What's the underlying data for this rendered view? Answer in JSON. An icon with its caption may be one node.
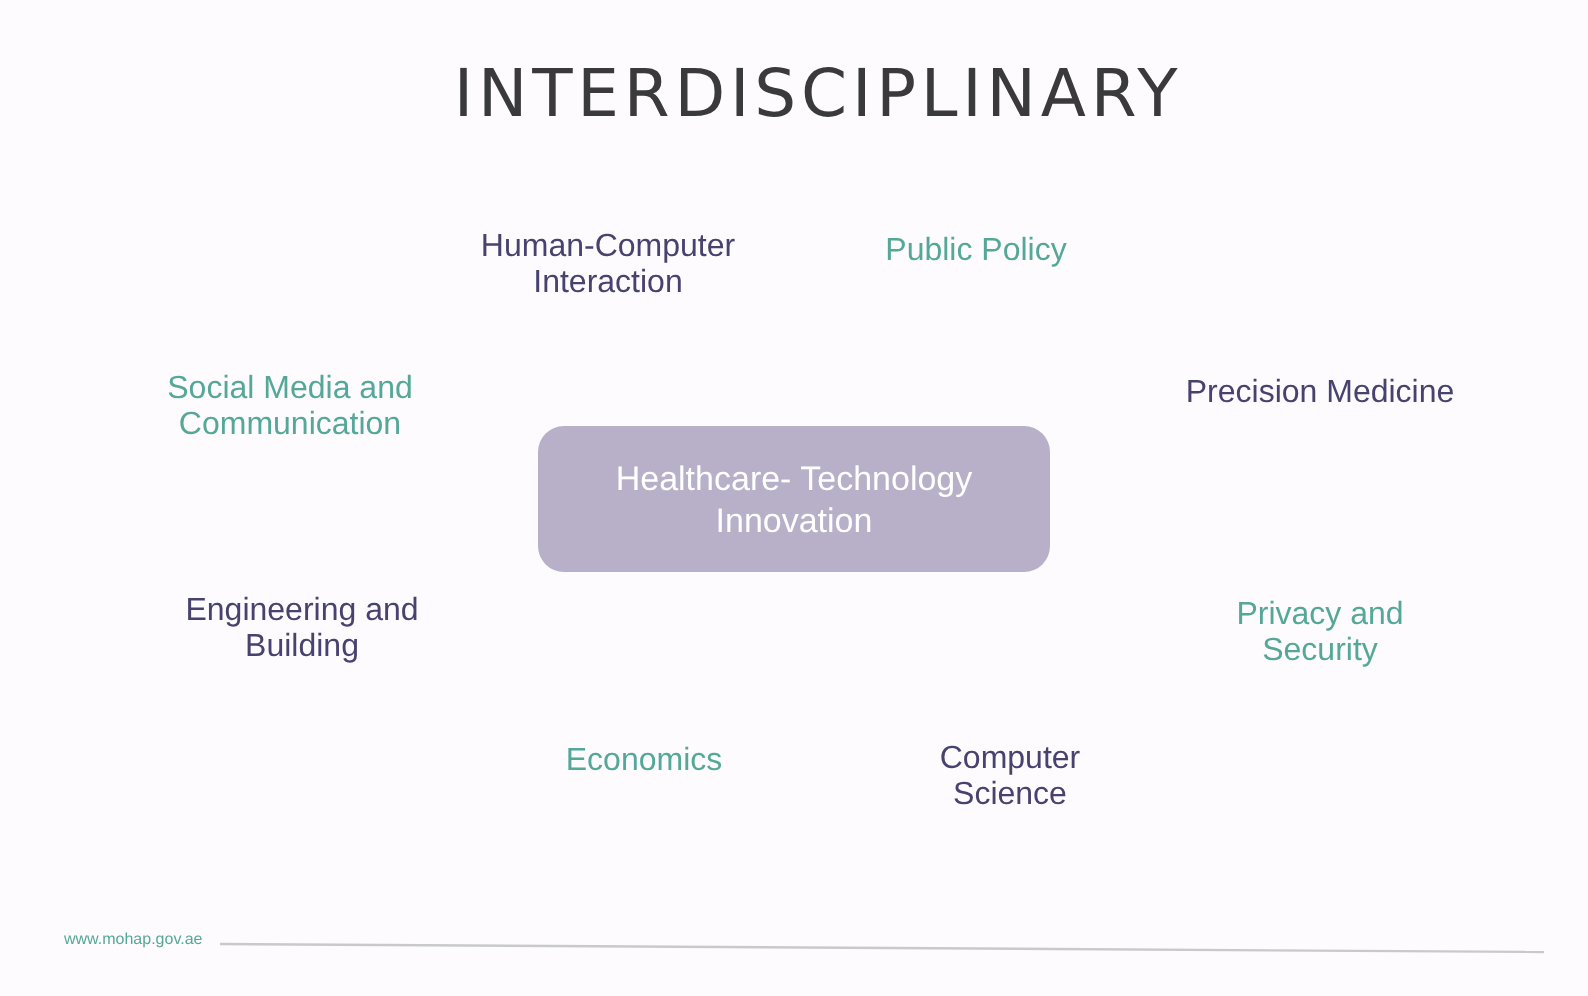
{
  "diagram": {
    "title": "INTERDISCIPLINARY",
    "nodes": [
      {
        "text": [
          "Healthcare- Technology Innovation"
        ]
      }
    ],
    "labels": [
      "Human-Computer Interaction",
      "Public Policy",
      "Social Media and Communication",
      "Precision Medicine",
      "Engineering and Building",
      "Privacy and Security",
      "Economics",
      "Computer Science",
      "www.mohap.gov.ae"
    ]
  }
}
